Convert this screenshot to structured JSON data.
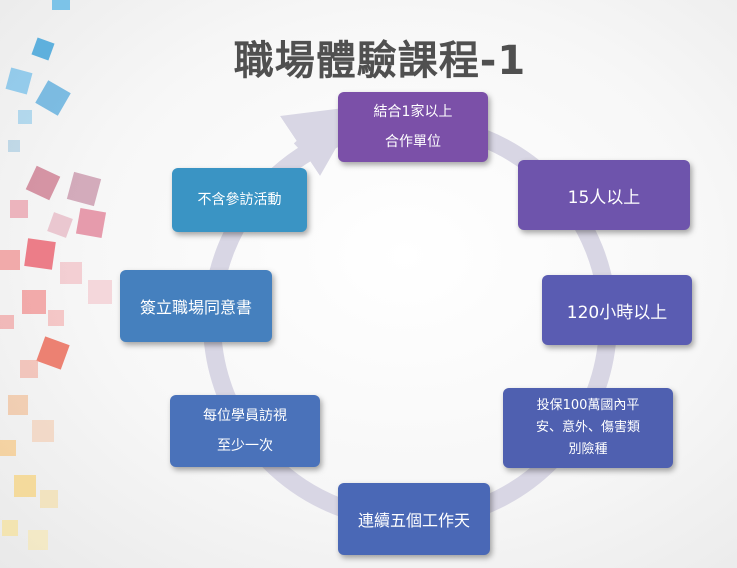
{
  "title": "職場體驗課程-1",
  "colors": {
    "purple": "#7b50a8",
    "violet": "#6a58b0",
    "indigo": "#5a5cb0",
    "blue": "#4a68b4",
    "steel": "#4a7cbc",
    "teal": "#3a94c4",
    "ring": "#d8d6e4"
  },
  "nodes": [
    {
      "lines": [
        "結合1家以上",
        "合作單位"
      ]
    },
    {
      "lines": [
        "15人以上"
      ]
    },
    {
      "lines": [
        "120小時以上"
      ]
    },
    {
      "lines": [
        "投保100萬國內平",
        "安、意外、傷害類",
        "別險種"
      ]
    },
    {
      "lines": [
        "連續五個工作天"
      ]
    },
    {
      "lines": [
        "每位學員訪視",
        "至少一次"
      ]
    },
    {
      "lines": [
        "簽立職場同意書"
      ]
    },
    {
      "lines": [
        "不含參訪活動"
      ]
    }
  ]
}
